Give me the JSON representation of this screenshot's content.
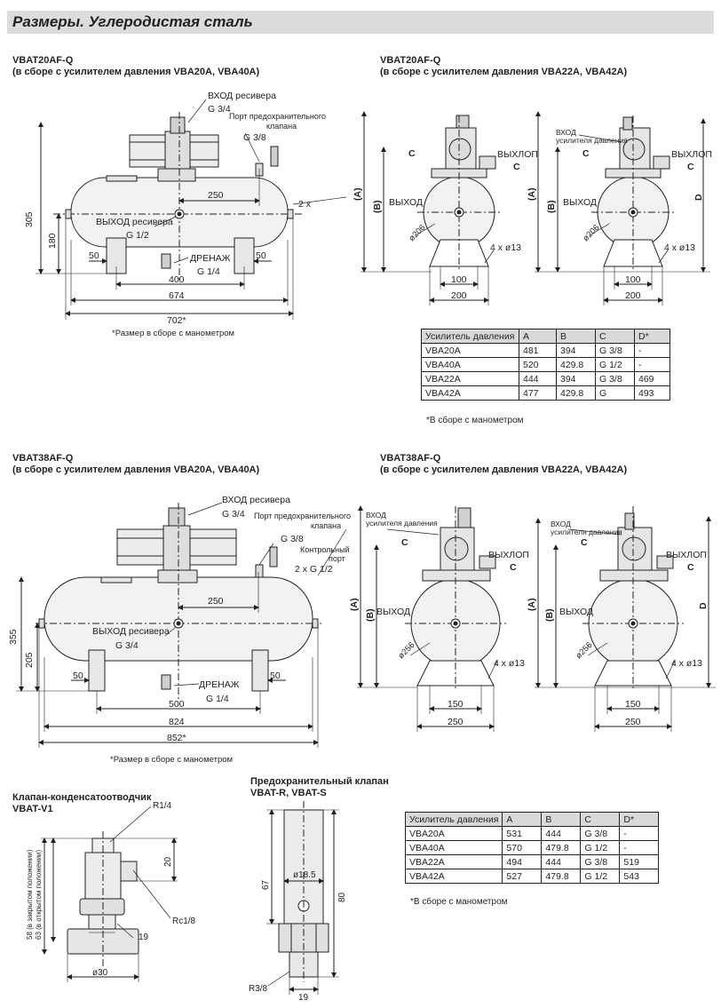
{
  "header": {
    "title": "Размеры. Углеродистая сталь"
  },
  "block1": {
    "title_model": "VBAT20AF-Q",
    "title_sub": "(в сборе с усилителем давления VBA20A, VBA40A)",
    "label_inlet": "ВХОД ресивера",
    "label_inlet_size": "G 3/4",
    "label_relief_1": "Порт предохранительного",
    "label_relief_2": "клапана",
    "label_relief_size": "G 3/8",
    "label_outlet": "ВЫХОД ресивера",
    "label_outlet_size": "G 1/2",
    "label_drain": "ДРЕНАЖ",
    "label_drain_size": "G 1/4",
    "dim_305": "305",
    "dim_180": "180",
    "dim_250": "250",
    "dim_2x": "2 x",
    "dim_50a": "50",
    "dim_50b": "50",
    "dim_400": "400",
    "dim_674": "674",
    "dim_702": "702*",
    "footnote": "*Размер в сборе с манометром"
  },
  "block2": {
    "title_model": "VBAT20AF-Q",
    "title_sub": "(в сборе с усилителем давления VBA22A, VBA42A)",
    "C": "C",
    "exhaust": "ВЫХЛОП",
    "outlet": "ВЫХОД",
    "dim_A": "(A)",
    "dim_B": "(B)",
    "dim_D": "D",
    "dia": "ø206",
    "holes": "4 x ø13",
    "dim_100": "100",
    "dim_200": "200",
    "booster_inlet_1": "ВХОД",
    "booster_inlet_2": "усилителя давления"
  },
  "table1": {
    "headers": [
      "Усилитель давления",
      "A",
      "B",
      "C",
      "D*"
    ],
    "rows": [
      [
        "VBA20A",
        "481",
        "394",
        "G 3/8",
        "-"
      ],
      [
        "VBA40A",
        "520",
        "429.8",
        "G 1/2",
        "-"
      ],
      [
        "VBA22A",
        "444",
        "394",
        "G 3/8",
        "469"
      ],
      [
        "VBA42A",
        "477",
        "429.8",
        "G",
        "493"
      ]
    ],
    "note": "*В сборе с манометром"
  },
  "block3": {
    "title_model": "VBAT38AF-Q",
    "title_sub": "(в сборе с усилителем давления VBA20A, VBA40A)",
    "label_inlet": "ВХОД ресивера",
    "label_inlet_size": "G 3/4",
    "label_relief_1": "Порт предохранительного",
    "label_relief_2": "клапана",
    "label_relief_size": "G 3/8",
    "label_control_1": "Контрольный",
    "label_control_2": "порт",
    "label_control_size": "2 x G 1/2",
    "label_outlet": "ВЫХОД ресивера",
    "label_outlet_size": "G 3/4",
    "label_drain": "ДРЕНАЖ",
    "label_drain_size": "G 1/4",
    "dim_355": "355",
    "dim_205": "205",
    "dim_250": "250",
    "dim_50a": "50",
    "dim_50b": "50",
    "dim_500": "500",
    "dim_824": "824",
    "dim_852": "852*",
    "footnote": "*Размер в сборе с манометром"
  },
  "block4": {
    "title_model": "VBAT38AF-Q",
    "title_sub": "(в сборе с усилителем давления VBA22A, VBA42A)",
    "C": "C",
    "exhaust": "ВЫХЛОП",
    "outlet": "ВЫХОД",
    "dim_A": "(A)",
    "dim_B": "(B)",
    "dim_D": "D",
    "dia": "ø256",
    "holes": "4 x ø13",
    "dim_150": "150",
    "dim_250": "250",
    "booster_inlet_1": "ВХОД",
    "booster_inlet_2": "усилителя давления"
  },
  "table2": {
    "headers": [
      "Усилитель давления",
      "A",
      "B",
      "C",
      "D*"
    ],
    "rows": [
      [
        "VBA20A",
        "531",
        "444",
        "G 3/8",
        "-"
      ],
      [
        "VBA40A",
        "570",
        "479.8",
        "G 1/2",
        "-"
      ],
      [
        "VBA22A",
        "494",
        "444",
        "G 3/8",
        "519"
      ],
      [
        "VBA42A",
        "527",
        "479.8",
        "G 1/2",
        "543"
      ]
    ],
    "note": "*В сборе с манометром"
  },
  "drain_valve": {
    "title": "Клапан-конденсатоотводчик",
    "model": "VBAT-V1",
    "r14": "R1/4",
    "rc18": "Rc1/8",
    "dim_20": "20",
    "dim_19": "19",
    "dim_30": "ø30",
    "dim_58": "58 (в закрытом положении)",
    "dim_63": "63 (в открытом положении)"
  },
  "safety_valve": {
    "title": "Предохранительный клапан",
    "model": "VBAT-R, VBAT-S",
    "dim_67": "67",
    "dim_80": "80",
    "dim_185": "ø18.5",
    "dim_19": "19",
    "r38": "R3/8"
  }
}
